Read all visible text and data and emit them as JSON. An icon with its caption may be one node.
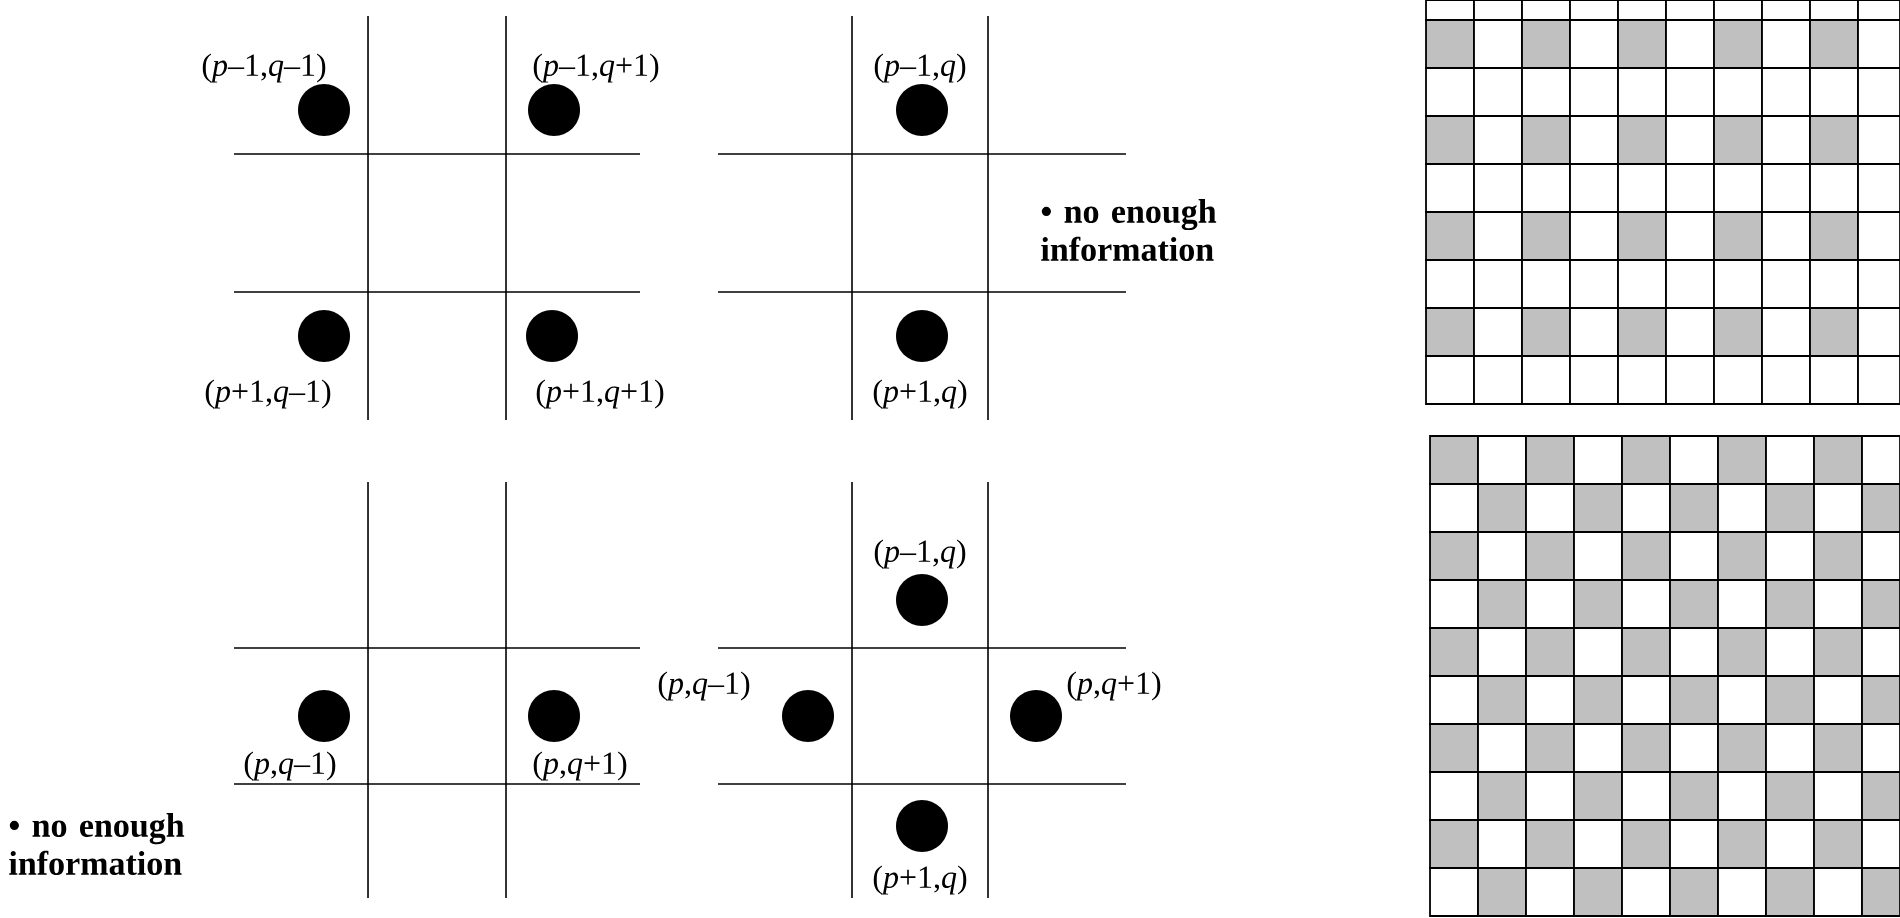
{
  "diagram": {
    "labels": [
      "(*p*–1,*q*–1)",
      "(*p*–1,*q*+1)",
      "(*p*–1,*q*)",
      "• no enough information",
      "(*p*+1,*q*–1)",
      "(*p*+1,*q*+1)",
      "(*p*+1,*q*)",
      "(*p*–1,*q*)",
      "(*p*,*q*–1)",
      "(*p*,*q*+1)",
      "(*p*,*q*–1)",
      "(*p*,*q*+1)",
      "• no enough information",
      "(*p*+1,*q*)"
    ]
  }
}
